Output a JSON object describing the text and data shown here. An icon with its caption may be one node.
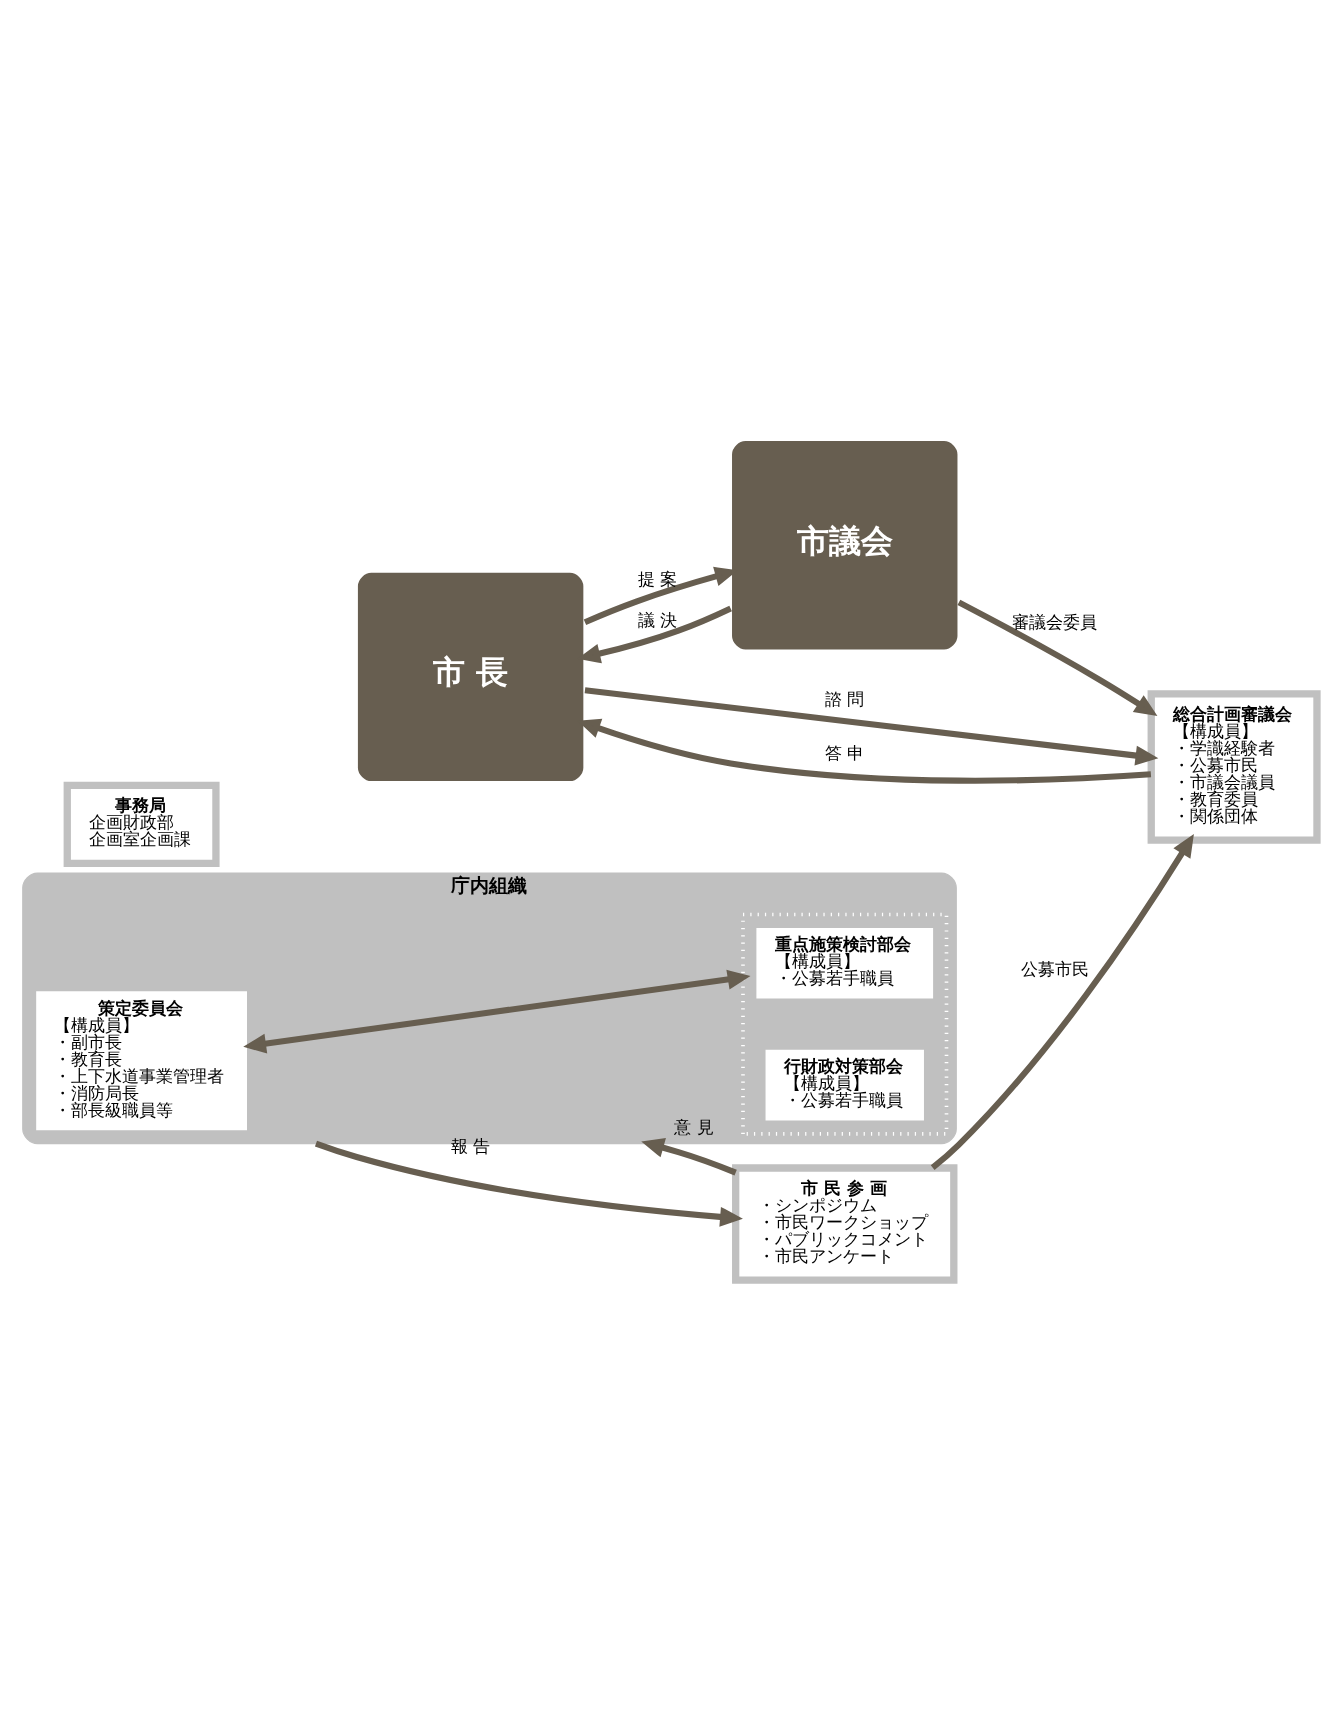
{
  "diagram": {
    "nodes": [
      {
        "text": [
          "市 長"
        ]
      },
      {
        "text": [
          "市議会"
        ]
      },
      {
        "text": [
          "総合計画審議会",
          "【構成員】",
          "・学識経験者",
          "・公募市民",
          "・市議会議員",
          "・教育委員",
          "・関係団体"
        ]
      },
      {
        "text": [
          "庁内組織"
        ]
      },
      {
        "text": [
          "策定委員会",
          "【構成員】",
          "・副市長",
          "・教育長",
          "・上下水道事業管理者",
          "・消防局長",
          "・部長級職員等"
        ],
        "in": 3
      },
      {
        "text": [],
        "shape": "box",
        "in": 3
      },
      {
        "text": [
          "重点施策検討部会",
          "【構成員】",
          "・公募若手職員"
        ],
        "in": 5
      },
      {
        "text": [
          "行財政対策部会",
          "【構成員】",
          "・公募若手職員"
        ],
        "in": 5
      },
      {
        "text": [
          "市 民 参 画",
          "・シンポジウム",
          "・市民ワークショップ",
          "・パブリックコメント",
          "・市民アンケート"
        ]
      },
      {
        "text": [
          "事務局",
          "企画財政部",
          "企画室企画課"
        ]
      }
    ],
    "edges": [
      {
        "from": 0,
        "to": 1,
        "arrow": "to",
        "label": "提 案"
      },
      {
        "from": 1,
        "to": 0,
        "arrow": "to",
        "label": "議 決"
      },
      {
        "from": 0,
        "to": 2,
        "arrow": "to",
        "label": "諮 問"
      },
      {
        "from": 2,
        "to": 0,
        "arrow": "to",
        "label": "答 申"
      },
      {
        "from": 1,
        "to": 2,
        "arrow": "to",
        "label": "審議会委員"
      },
      {
        "from": 8,
        "to": 2,
        "arrow": "to",
        "label": "公募市民"
      },
      {
        "from": 4,
        "to": 5,
        "arrow": "both"
      },
      {
        "from": 8,
        "to": 3,
        "arrow": "to",
        "label": "意 見"
      },
      {
        "from": 3,
        "to": 8,
        "arrow": "to",
        "label": "報 告"
      }
    ]
  }
}
